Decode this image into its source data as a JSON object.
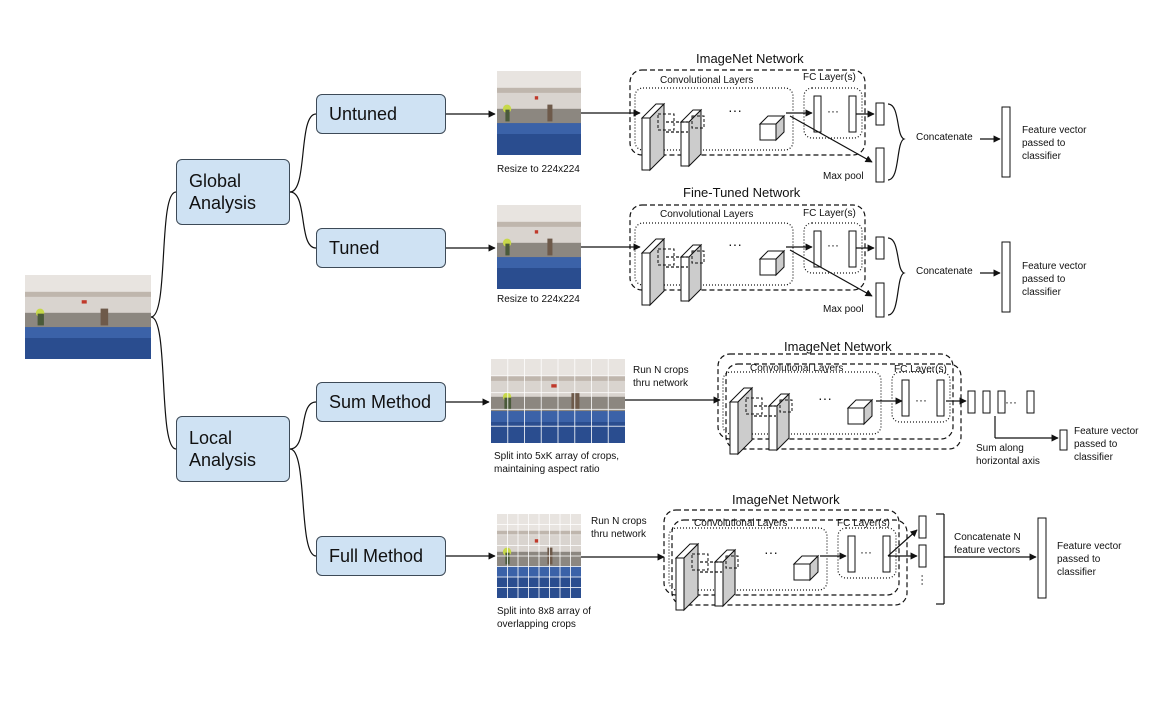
{
  "nodes": {
    "global": "Global\nAnalysis",
    "local": "Local\nAnalysis",
    "untuned": "Untuned",
    "tuned": "Tuned",
    "sum": "Sum Method",
    "full": "Full Method"
  },
  "rows": {
    "untuned": {
      "network_title": "ImageNet Network",
      "conv_label": "Convolutional Layers",
      "fc_label": "FC Layer(s)",
      "dots": "···",
      "caption": "Resize to 224x224",
      "maxpool": "Max pool",
      "concat": "Concatenate",
      "feature": "Feature vector\npassed to\nclassifier"
    },
    "tuned": {
      "network_title": "Fine-Tuned Network",
      "conv_label": "Convolutional Layers",
      "fc_label": "FC Layer(s)",
      "dots": "···",
      "caption": "Resize to 224x224",
      "maxpool": "Max pool",
      "concat": "Concatenate",
      "feature": "Feature vector\npassed to\nclassifier"
    },
    "sum": {
      "network_title": "ImageNet Network",
      "conv_label": "Convolutional Layers",
      "fc_label": "FC Layer(s)",
      "dots": "···",
      "caption": "Split into 5xK array of crops,\nmaintaining aspect ratio",
      "run_crops": "Run N crops\nthru network",
      "sum_label": "Sum along\nhorizontal axis",
      "feature": "Feature vector\npassed to\nclassifier"
    },
    "full": {
      "network_title": "ImageNet Network",
      "conv_label": "Convolutional Layers",
      "fc_label": "FC Layer(s)",
      "dots": "···",
      "caption": "Split into 8x8 array of\noverlapping crops",
      "run_crops": "Run N crops\nthru network",
      "concat": "Concatenate N\nfeature vectors",
      "feature": "Feature vector\npassed to\nclassifier"
    }
  },
  "colors": {
    "node_fill": "#cfe2f3",
    "node_border": "#3d4a57",
    "line": "#111111",
    "conv_face": "#cccccc"
  }
}
